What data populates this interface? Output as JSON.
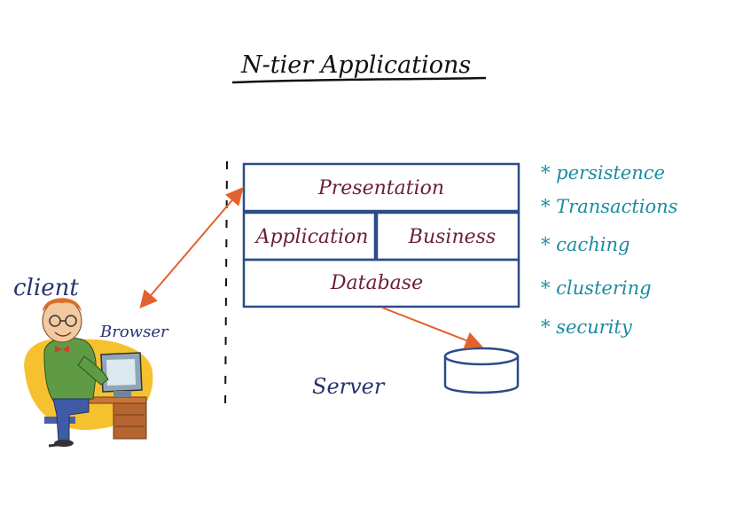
{
  "title": "N-tier Applications",
  "tiers": {
    "presentation": "Presentation",
    "application": "Application",
    "business": "Business",
    "database": "Database"
  },
  "client_label": "client",
  "browser_label": "Browser",
  "server_label": "Server",
  "features": [
    "* persistence",
    "* Transactions",
    "* caching",
    "* clustering",
    "* security"
  ],
  "colors": {
    "title": "#111111",
    "box_stroke": "#2b4c86",
    "tier_text": "#6b1f33",
    "feature_text": "#1a8ca0",
    "client_text": "#2a3370",
    "arrow": "#e2612c",
    "divider": "#111111"
  }
}
